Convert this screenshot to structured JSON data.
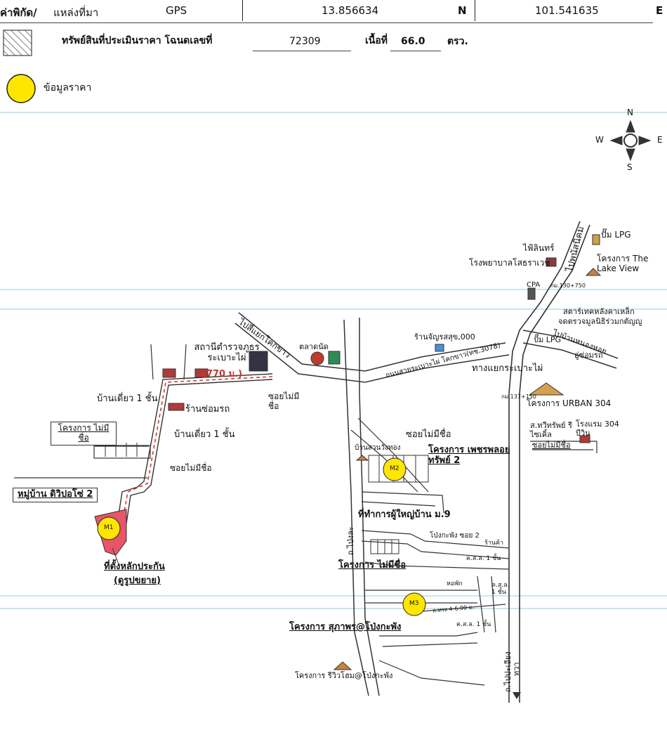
{
  "header": {
    "coord_label": "ค่าพิกัด/",
    "source_label": "แหล่งที่มา",
    "source_value": "GPS",
    "lat_value": "13.856634",
    "lat_dir": "N",
    "lon_value": "101.541635",
    "lon_dir": "E"
  },
  "legend": {
    "hatch_label": "ทรัพย์สินที่ประเมินราคา โฉนดเลขที่",
    "deed_no": "72309",
    "area_label": "เนื้อที่",
    "area_value": "66.0",
    "area_unit": "ตรว.",
    "circle_label": "ข้อมูลราคา",
    "hatch_color": "#555555",
    "circle_color": "#ffe600"
  },
  "compass": {
    "n": "N",
    "s": "S",
    "e": "E",
    "w": "W"
  },
  "markers": [
    {
      "id": "M1",
      "color": "#ffe600"
    },
    {
      "id": "M2",
      "color": "#ffe600"
    },
    {
      "id": "M3",
      "color": "#ffe600"
    }
  ],
  "labels": {
    "lpg_pump": "ปั๊ม LPG",
    "lake_view": "โครงการ The Lake View",
    "hospital": "โรงพยาบาลโสธราเวช",
    "power_station": "ไฟ้ลินทร์",
    "cpa": "CPA",
    "steel_shop": "สตาร์เทคหลังคาเหล็ก",
    "seal_shop": "จดตรวจมูลนิธิร่วมกตัญญู",
    "lpg_station": "ปั๊ม LPG",
    "car_repair_e": "อู่ซ่อมรถ",
    "fresh_market": "ตลาดนัด",
    "shop_100": "ร้านจัญรสสุข,000",
    "police": "สถานีตำรวจภูธร ระเบาะไผ่",
    "to_khok": "ไปสี่แยกโคกขาว",
    "to_panatnikhom": "ไปพนัสนิคม",
    "to_bang_hoi": "ไปบ้านหนองหอย",
    "road_3078": "ถนนสายระเบาะไผ่ โคกขาว(ทช.3078)",
    "junction": "ทางแยกระเบาะไผ่",
    "distance": "(770 ม.)",
    "soi_unnamed_1": "ซอยไม่มีชื่อ",
    "house_1a": "บ้านเดี่ยว 1 ชั้น",
    "car_repair_w": "ร้านซ่อมรถ",
    "house_1b": "บ้านเดี่ยว 1 ชั้น",
    "project_unnamed_w": "โครงการ ไม่มีชื่อ",
    "soi_unnamed_2": "ซอยไม่มีชื่อ",
    "village": "หมู่บ้าน ดิวิปอโซ่ 2",
    "collateral": "ที่ตั้งหลักประกัน",
    "zoom": "(ดูรูปขยาย)",
    "urban_304": "โครงการ URBAN 304",
    "s_thaweesap": "ส.ทวีทรัพย์ รีไซเคิ้ล",
    "hotel_304": "โรงแรม 304 บีวิน",
    "soi_unnamed_3": "ซอยไม่มีชื่อ",
    "soi_unnamed_4": "ซอยไม่มีชื่อ",
    "garden_house": "บ้านสวนวังทอง",
    "project_pet": "โครงการ เพชรพลอยทรัพย์ 2",
    "village_head": "ที่ทำการผู้ใหญ่บ้าน ม.9",
    "soi_2": "โป่งกะพัง ซอย 2",
    "shop": "ร้านค้า",
    "project_unnamed_c": "โครงการ ไม่มีชื่อ",
    "ks_1": "ค.ส.ล. 1 ชั้น",
    "dorm": "หอพัก",
    "ks_2": "ค.ส.ล. 1 ชั้น",
    "ks_3": "ค.ส.ล. 1 ชั้น",
    "road_width": "ถ.ทรง 4-6.00 ม.",
    "project_suphap": "โครงการ สุภาพร@โป่งกะพัง",
    "project_review": "โครงการ รีวิวโฮม@โป่งกะพัง",
    "road_pong": "ถ.ไป่งละ",
    "road_prong": "ถ.ไปปะเอียง",
    "road_wa": "ทวา",
    "km_137": "กม.137+150",
    "km_130": "กม.130+750"
  }
}
